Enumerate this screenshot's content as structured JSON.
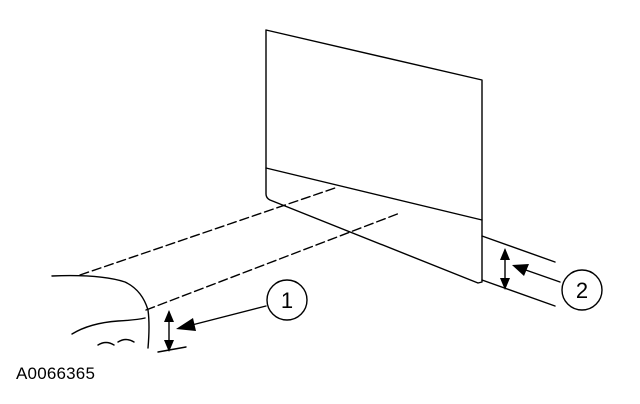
{
  "callouts": {
    "callout_1": "1",
    "callout_2": "2"
  },
  "figure_id": "A0066365"
}
